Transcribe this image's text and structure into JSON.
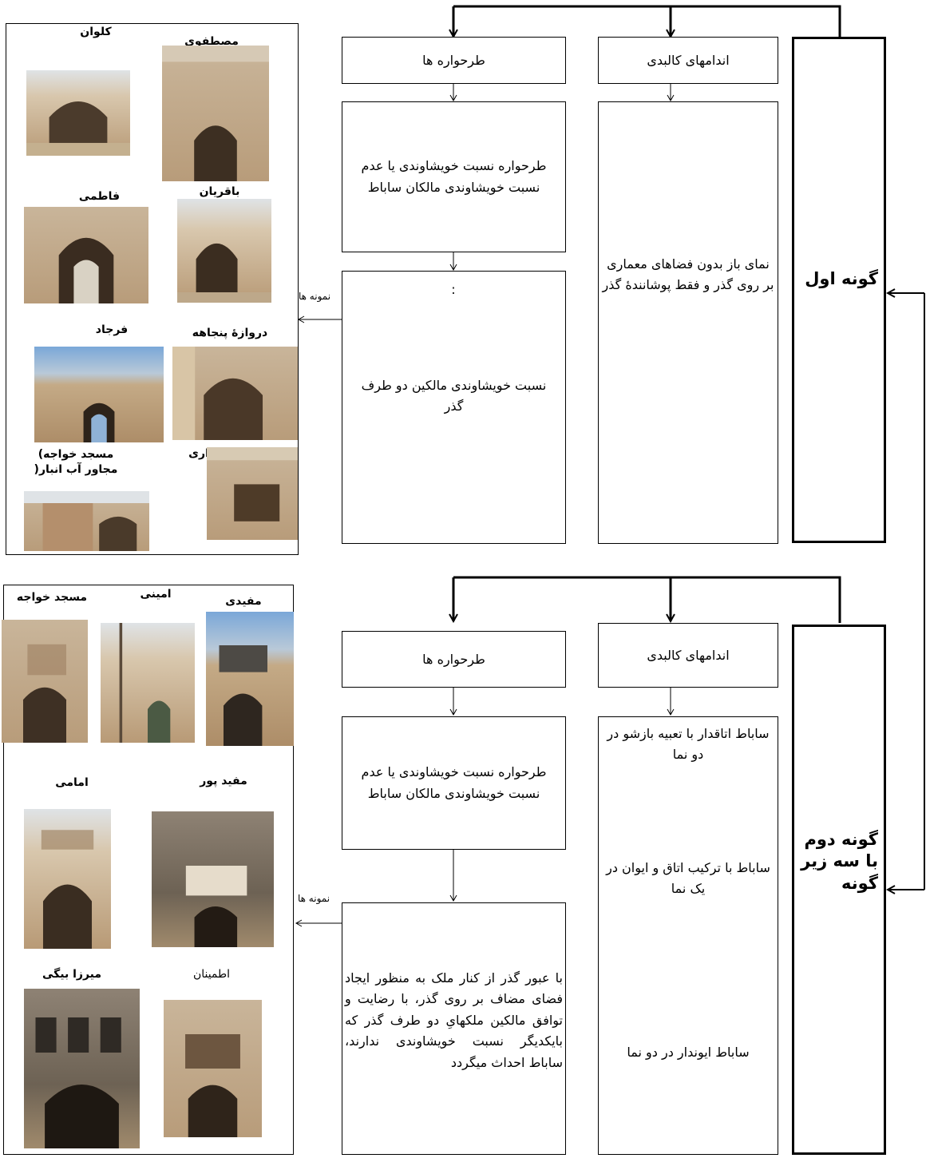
{
  "colors": {
    "line": "#000000",
    "background": "#ffffff",
    "adobe_light": "#c9b59a",
    "adobe_dark": "#8b6e4e"
  },
  "type1": {
    "main_label": "گونه اول",
    "col_physical": {
      "header": "اندامهای کالبدی",
      "body": "نمای باز بدون فضاهای معماری بر روی گذر و فقط پوشانندۀ گذر"
    },
    "col_patterns": {
      "header": "طرحواره ها",
      "pattern": "طرحواره نسبت خویشاوندی یا عدم نسبت خویشاوندی مالکان ساباط",
      "detail_mark": ":",
      "detail": "نسبت خویشاوندی  مالکین دو طرف گذر"
    },
    "examples_label": "نمونه ها",
    "photos": [
      {
        "caption": "کلوان"
      },
      {
        "caption": "مصطفوی"
      },
      {
        "caption": "فاطمی"
      },
      {
        "caption": "باقریان"
      },
      {
        "caption": "فرجاد"
      },
      {
        "caption": "دروازۀ پنجاهه"
      },
      {
        "caption": "مسجد خواجه) مجاور آب انبار("
      },
      {
        "caption": "برخورداری"
      }
    ]
  },
  "type2": {
    "main_label": "گونه دوم با سه زیر گونه",
    "col_physical": {
      "header": "اندامهای کالبدی",
      "sub1": "ساباط اتاقدار با تعبیه بازشو در دو نما",
      "sub2": "ساباط با ترکیب اتاق و ایوان در یک نما",
      "sub3": "ساباط ایوندار در دو نما"
    },
    "col_patterns": {
      "header": "طرحواره ها",
      "pattern": "طرحواره نسبت خویشاوندی یا عدم نسبت خویشاوندی مالکان ساباط",
      "detail": "با عبور گذر از کنار ملک به منظور ایجاد فضای مضاف بر روی گذر، با رضایت و توافق مالکین ملکهایِ دو طرف گذر که بایکدیگر نسبت خویشاوندی ندارند، ساباط احداث میگردد"
    },
    "examples_label": "نمونه ها",
    "photos": [
      {
        "caption": "مسجد خواجه"
      },
      {
        "caption": "امینی"
      },
      {
        "caption": "مفیدی"
      },
      {
        "caption": "امامی"
      },
      {
        "caption": "مفید پور"
      },
      {
        "caption": "اطمینان"
      },
      {
        "caption": "میرزا بیگی"
      }
    ]
  }
}
